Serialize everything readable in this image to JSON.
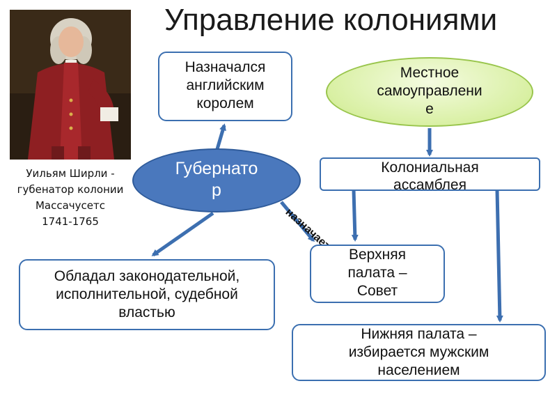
{
  "title": "Управление колониями",
  "portrait": {
    "caption_lines": [
      "Уильям Ширли -",
      "губенатор  колонии",
      "Массачусетс",
      "1741-1765"
    ]
  },
  "nodes": {
    "appointed_by_king": [
      "Назначался",
      "английским",
      "королем"
    ],
    "local_self_government": [
      "Местное",
      "самоуправлени",
      "е"
    ],
    "governor": [
      "Губернато",
      "р"
    ],
    "colonial_assembly": [
      "Колониальная",
      "ассамблея"
    ],
    "powers": [
      "Обладал законодательной,",
      "исполнительной, судебной",
      "властью"
    ],
    "upper_house": [
      "Верхняя",
      "палата –",
      "Совет"
    ],
    "lower_house": [
      "Нижняя палата –",
      "избирается мужским",
      "населением"
    ]
  },
  "edge_label": "назначает",
  "colors": {
    "arrow": "#3d6fb0",
    "governor_fill": "#4a78bd",
    "local_fill": "#d9f0a4",
    "box_border": "#3b6fb0"
  }
}
